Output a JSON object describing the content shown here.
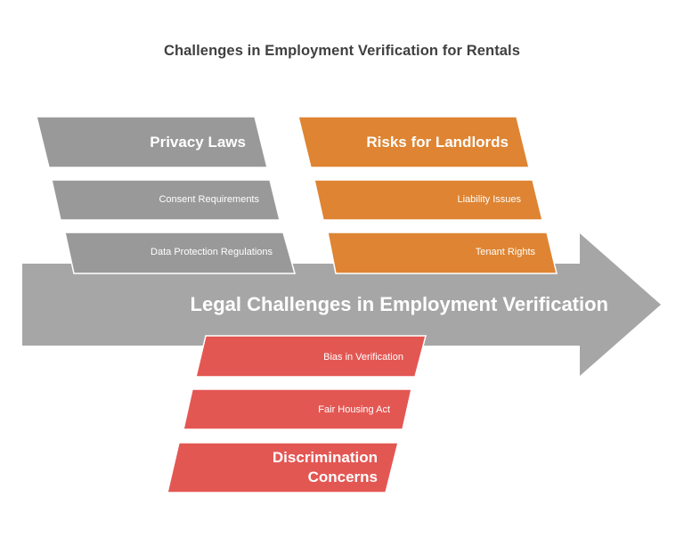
{
  "title": "Challenges in Employment Verification for Rentals",
  "colors": {
    "arrow": "#a6a6a6",
    "privacy": "#999999",
    "risks": "#de8432",
    "discrimination": "#e35753",
    "title": "#404040",
    "label": "#ffffff"
  },
  "spine": {
    "label": "Legal Challenges in Employment Verification"
  },
  "categories": [
    {
      "name": "Privacy Laws",
      "position": "top-left",
      "items": [
        "Consent Requirements",
        "Data Protection Regulations"
      ]
    },
    {
      "name": "Risks for Landlords",
      "position": "top-right",
      "items": [
        "Liability Issues",
        "Tenant Rights"
      ]
    },
    {
      "name": "Discrimination Concerns",
      "name_lines": [
        "Discrimination",
        "Concerns"
      ],
      "position": "bottom",
      "items": [
        "Bias in Verification",
        "Fair Housing Act"
      ]
    }
  ]
}
